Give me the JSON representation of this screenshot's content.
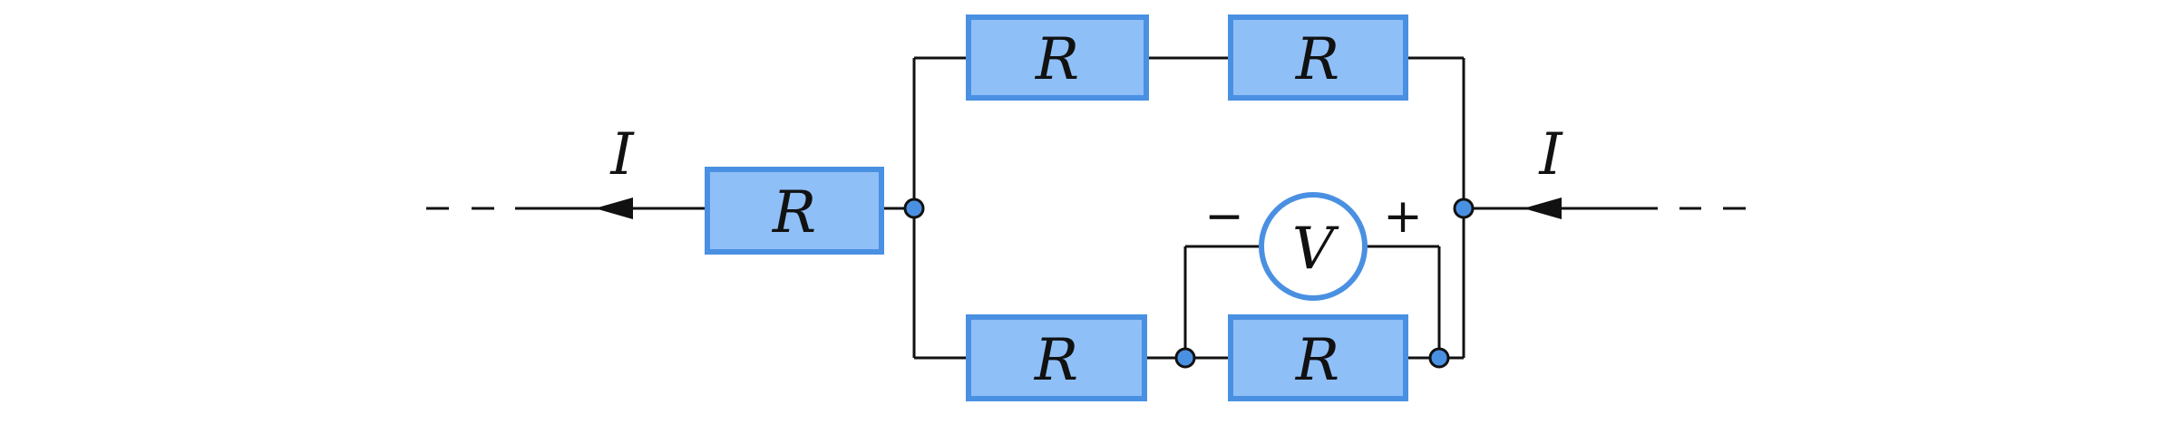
{
  "labels": {
    "resistor": "R",
    "current": "I",
    "voltmeter": "V",
    "minus": "−",
    "plus": "+"
  },
  "colors": {
    "resistor_fill": "#8fbff7",
    "resistor_stroke": "#4a90e2",
    "node_fill": "#4a90e2",
    "wire": "#111111"
  },
  "nodes": [
    "junction-left",
    "junction-right",
    "junction-bottom-middle",
    "junction-bottom-right"
  ]
}
